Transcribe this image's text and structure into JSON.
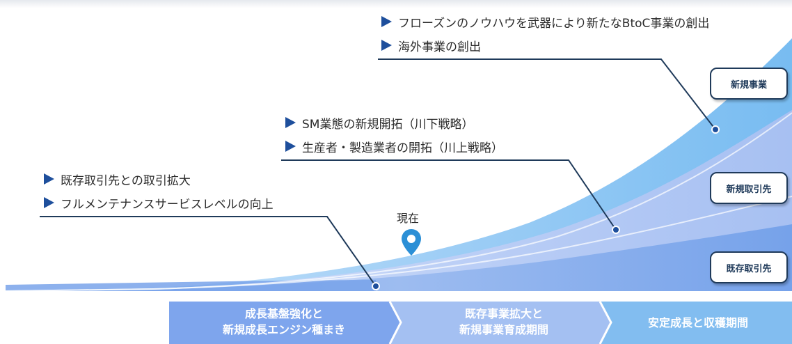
{
  "groups": [
    {
      "id": "new-business",
      "items": [
        "フローズンのノウハウを武器により新たなBtoC事業の創出",
        "海外事業の創出"
      ]
    },
    {
      "id": "new-clients",
      "items": [
        "SM業態の新規開拓（川下戦略）",
        "生産者・製造業者の開拓（川上戦略）"
      ]
    },
    {
      "id": "existing",
      "items": [
        "既存取引先との取引拡大",
        "フルメンテナンスサービスレベルの向上"
      ]
    }
  ],
  "tags": {
    "new_business": "新規事業",
    "new_clients": "新規取引先",
    "existing": "既存取引先"
  },
  "now_label": "現在",
  "phases": [
    {
      "line1": "成長基盤強化と",
      "line2": "新規成長エンジン種まき"
    },
    {
      "line1": "既存事業拡大と",
      "line2": "新規事業育成期間"
    },
    {
      "line1": "安定成長と収穫期間",
      "line2": ""
    }
  ],
  "colors": {
    "layer_top": "#8cc7f2",
    "layer_mid": "#a9c3f2",
    "layer_bottom": "#7aa6ec",
    "navy": "#1f3a5a",
    "marker": "#1e4f9c",
    "pin": "#2b8fd6",
    "phase1": "#7ea5ed",
    "phase2": "#a4c0f2",
    "phase3": "#82bdf0"
  }
}
